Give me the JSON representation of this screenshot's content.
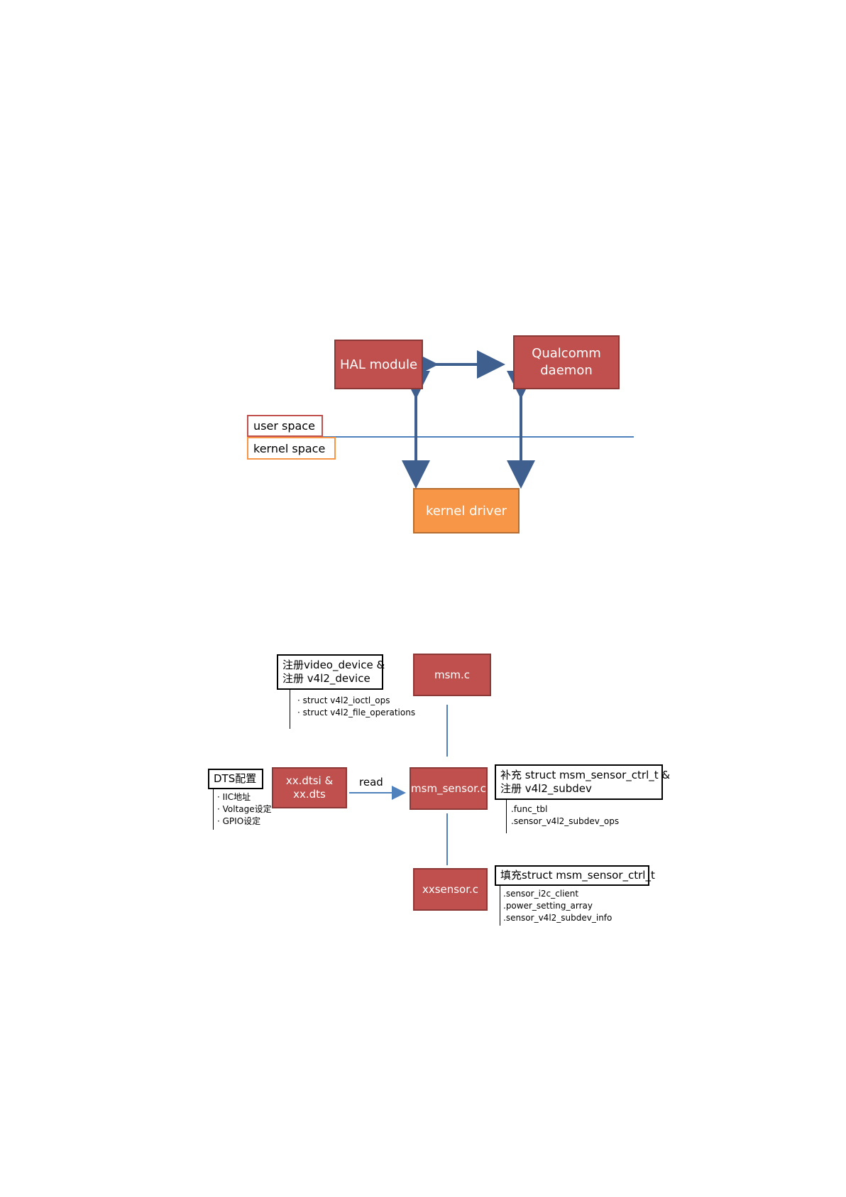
{
  "diagram1": {
    "hal_module": "HAL module",
    "qualcomm_daemon": [
      "Qualcomm",
      "daemon"
    ],
    "user_space": "user space",
    "kernel_space": "kernel space",
    "kernel_driver": "kernel driver"
  },
  "diagram2": {
    "msm_c": "msm.c",
    "msm_sensor_c": "msm_sensor.c",
    "xxsensor_c": "xxsensor.c",
    "dtsi_box": [
      "xx.dtsi &",
      "xx.dts"
    ],
    "read_label": "read",
    "note_video": {
      "lines": [
        "注册video_device  &",
        "注册  v4l2_device"
      ],
      "items": [
        "· struct v4l2_ioctl_ops",
        "· struct v4l2_file_operations"
      ]
    },
    "note_dts": {
      "title": "DTS配置",
      "items": [
        "· IIC地址",
        "· Voltage设定",
        "· GPIO设定"
      ]
    },
    "note_supplement": {
      "lines": [
        "补充 struct msm_sensor_ctrl_t &",
        "注册 v4l2_subdev"
      ],
      "items": [
        ".func_tbl",
        ".sensor_v4l2_subdev_ops"
      ]
    },
    "note_fill": {
      "title": "填充struct msm_sensor_ctrl_t",
      "items": [
        ".sensor_i2c_client",
        ".power_setting_array",
        ".sensor_v4l2_subdev_info"
      ]
    }
  }
}
